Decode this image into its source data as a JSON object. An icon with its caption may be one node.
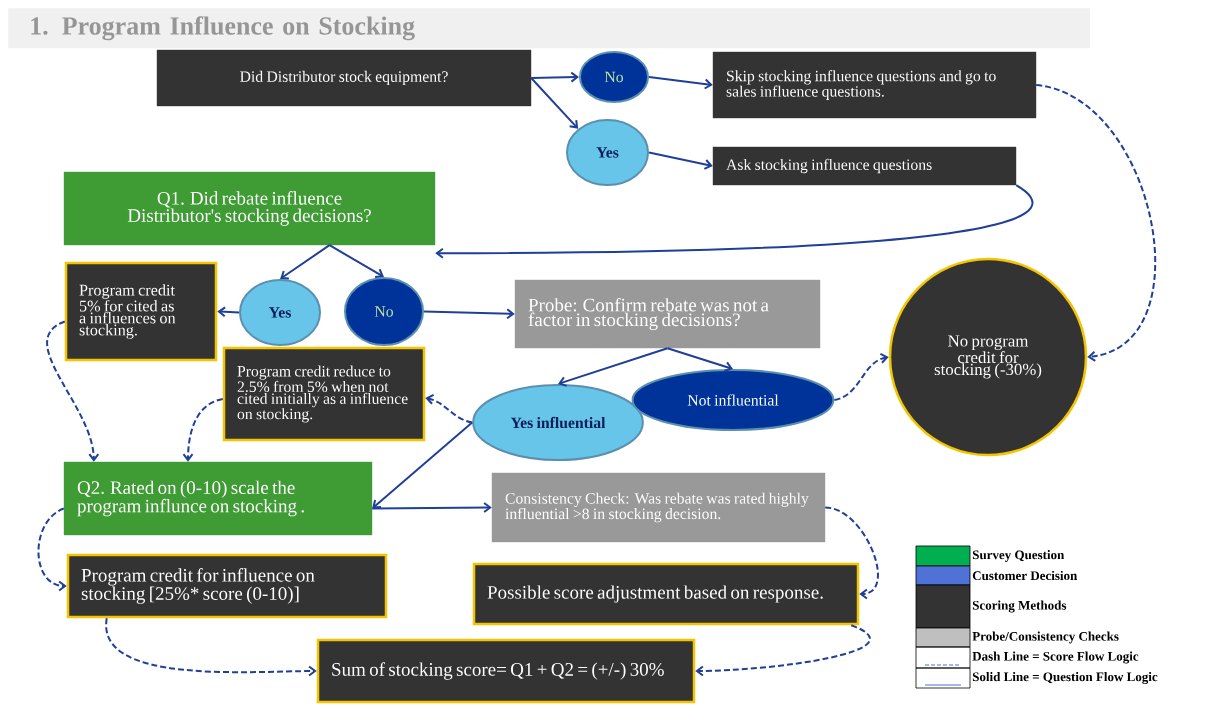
{
  "diagram": {
    "title": "1. Program Influence on Stocking",
    "nodes": [
      {
        "text": [
          "Did Distributor stock equipment?"
        ]
      },
      {
        "text": [
          "No"
        ]
      },
      {
        "text": [
          "Skip stocking influence questions and go to sales influence questions."
        ]
      },
      {
        "text": [
          "Yes"
        ]
      },
      {
        "text": [
          "Ask stocking influence questions"
        ]
      },
      {
        "text": [
          "Q1. Did rebate influence Distributor's stocking decisions?"
        ]
      },
      {
        "text": [
          "Program credit 5% for cited as a influences on stocking."
        ]
      },
      {
        "text": [
          "Yes"
        ]
      },
      {
        "text": [
          "No"
        ]
      },
      {
        "text": [
          "Probe:  Confirm rebate was not a factor in stocking decisions?"
        ]
      },
      {
        "text": [
          "No program credit for stocking (-30%)"
        ]
      },
      {
        "text": [
          "Program credit reduce to 2.5% from 5% when not cited initially  as a influence on stocking."
        ]
      },
      {
        "text": [
          "Yes influential"
        ]
      },
      {
        "text": [
          "Not influential"
        ]
      },
      {
        "text": [
          "Q2. Rated on (0-10) scale  the program influnce on stocking ."
        ]
      },
      {
        "text": [
          "Consistency Check: Was rebate was rated highly influential >8 in stocking decision."
        ]
      },
      {
        "text": [
          "Program credit for influence on stocking [25%* score (0-10)]"
        ]
      },
      {
        "text": [
          "Possible score adjustment based on response."
        ]
      },
      {
        "text": [
          "Sum of stocking score= Q1 + Q2 = (+/-) 30%"
        ]
      }
    ],
    "edges": [
      {
        "from": 0,
        "to": 1,
        "arrow": "to"
      },
      {
        "from": 0,
        "to": 3,
        "arrow": "to"
      },
      {
        "from": 1,
        "to": 2,
        "arrow": "to"
      },
      {
        "from": 3,
        "to": 4,
        "arrow": "to"
      },
      {
        "from": 4,
        "to": 5,
        "arrow": "to"
      },
      {
        "from": 2,
        "to": 10,
        "arrow": "to",
        "style": "dashed"
      },
      {
        "from": 5,
        "to": 7,
        "arrow": "to"
      },
      {
        "from": 5,
        "to": 8,
        "arrow": "to"
      },
      {
        "from": 7,
        "to": 6,
        "arrow": "to"
      },
      {
        "from": 8,
        "to": 9,
        "arrow": "to"
      },
      {
        "from": 9,
        "to": 12,
        "arrow": "to"
      },
      {
        "from": 9,
        "to": 13,
        "arrow": "to"
      },
      {
        "from": 13,
        "to": 10,
        "arrow": "to",
        "style": "dashed"
      },
      {
        "from": 12,
        "to": 11,
        "arrow": "to",
        "style": "dashed"
      },
      {
        "from": 12,
        "to": 14,
        "arrow": "to"
      },
      {
        "from": 14,
        "to": 15,
        "arrow": "to"
      },
      {
        "from": 6,
        "to": 14,
        "arrow": "to",
        "style": "dashed"
      },
      {
        "from": 11,
        "to": 14,
        "arrow": "to",
        "style": "dashed"
      },
      {
        "from": 14,
        "to": 16,
        "arrow": "to",
        "style": "dashed"
      },
      {
        "from": 15,
        "to": 17,
        "arrow": "to",
        "style": "dashed"
      },
      {
        "from": 16,
        "to": 18,
        "arrow": "to",
        "style": "dashed"
      },
      {
        "from": 17,
        "to": 18,
        "arrow": "to",
        "style": "dashed"
      }
    ],
    "legend": [
      {
        "text": "Survey Question",
        "color": "#00b050"
      },
      {
        "text": "Customer Decision",
        "color": "#4f72d6"
      },
      {
        "text": "Scoring Methods",
        "color": "#333333"
      },
      {
        "text": "Probe/Consistency Checks",
        "color": "#bfbfbf"
      },
      {
        "text": "Dash Line = Score Flow Logic"
      },
      {
        "text": "Solid Line = Question Flow Logic"
      }
    ]
  }
}
